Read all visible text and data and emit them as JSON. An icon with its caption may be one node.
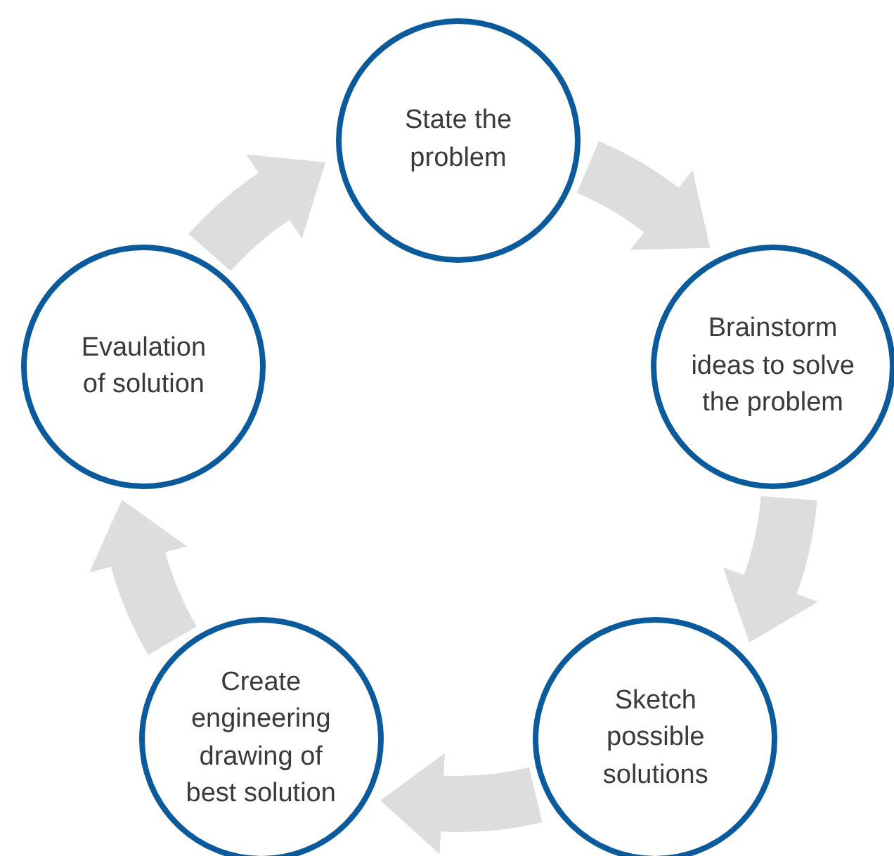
{
  "diagram": {
    "nodes": [
      {
        "text": [
          "State the problem"
        ]
      },
      {
        "text": [
          "Brainstorm ideas to solve the problem"
        ]
      },
      {
        "text": [
          "Sketch possible solutions"
        ]
      },
      {
        "text": [
          "Create engineering drawing of best solution"
        ]
      },
      {
        "text": [
          "Evaulation of solution"
        ]
      }
    ],
    "edges": [
      {
        "from": 0,
        "to": 1,
        "arrow": "to"
      },
      {
        "from": 1,
        "to": 2,
        "arrow": "to"
      },
      {
        "from": 2,
        "to": 3,
        "arrow": "to"
      },
      {
        "from": 3,
        "to": 4,
        "arrow": "to"
      },
      {
        "from": 4,
        "to": 0,
        "arrow": "to"
      }
    ]
  }
}
